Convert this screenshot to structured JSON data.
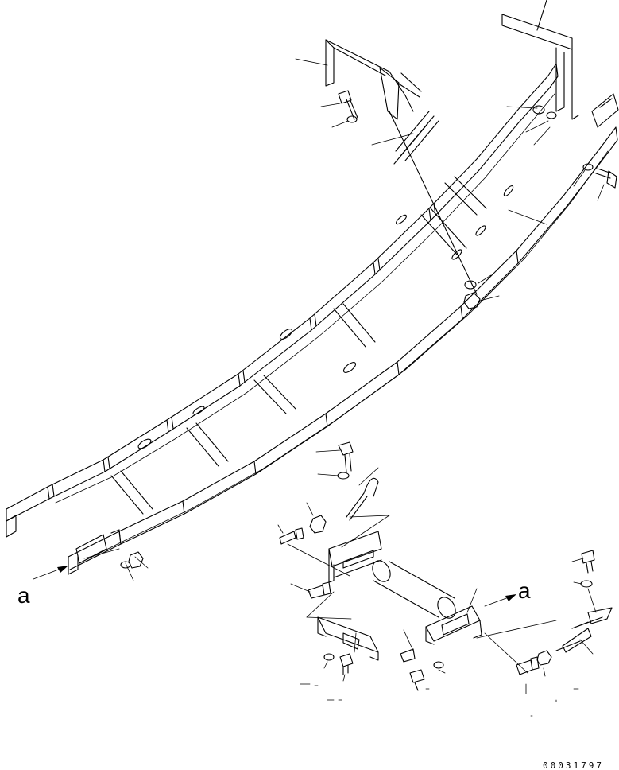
{
  "drawing": {
    "view_markers": [
      {
        "id": "left",
        "text": "a"
      },
      {
        "id": "right",
        "text": "a"
      }
    ],
    "document_number": "00031797"
  }
}
